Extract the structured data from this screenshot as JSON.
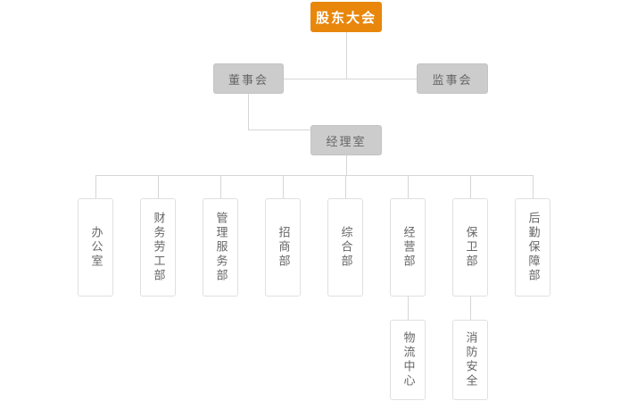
{
  "chart_data": {
    "type": "diagram",
    "title": "",
    "diagram_kind": "organization-chart",
    "orientation": "top-down",
    "colors": {
      "root_fill": "#e8870c",
      "root_text": "#ffffff",
      "gray_fill": "#cccccc",
      "gray_text": "#666666",
      "box_border": "#e0e0e0",
      "line": "#d6d6d6",
      "background": "#ffffff"
    },
    "nodes": [
      {
        "id": "shareholders",
        "label": "股东大会",
        "level": 1,
        "style": "root"
      },
      {
        "id": "board",
        "label": "董事会",
        "level": 2,
        "style": "gray"
      },
      {
        "id": "supervisors",
        "label": "监事会",
        "level": 2,
        "style": "gray"
      },
      {
        "id": "manager",
        "label": "经理室",
        "level": 3,
        "style": "gray"
      },
      {
        "id": "office",
        "label": "办公室",
        "level": 4,
        "style": "dept"
      },
      {
        "id": "finance",
        "label": "财务劳工部",
        "level": 4,
        "style": "dept"
      },
      {
        "id": "mgmtservice",
        "label": "管理服务部",
        "level": 4,
        "style": "dept"
      },
      {
        "id": "investment",
        "label": "招商部",
        "level": 4,
        "style": "dept"
      },
      {
        "id": "general",
        "label": "综合部",
        "level": 4,
        "style": "dept"
      },
      {
        "id": "operations",
        "label": "经营部",
        "level": 4,
        "style": "dept"
      },
      {
        "id": "security",
        "label": "保卫部",
        "level": 4,
        "style": "dept"
      },
      {
        "id": "logistics",
        "label": "后勤保障部",
        "level": 4,
        "style": "dept"
      },
      {
        "id": "logisticscenter",
        "label": "物流中心",
        "level": 5,
        "style": "sub"
      },
      {
        "id": "firesafety",
        "label": "消防安全",
        "level": 5,
        "style": "sub"
      }
    ],
    "edges": [
      {
        "from": "shareholders",
        "to": "board"
      },
      {
        "from": "shareholders",
        "to": "supervisors"
      },
      {
        "from": "board",
        "to": "manager"
      },
      {
        "from": "manager",
        "to": "office"
      },
      {
        "from": "manager",
        "to": "finance"
      },
      {
        "from": "manager",
        "to": "mgmtservice"
      },
      {
        "from": "manager",
        "to": "investment"
      },
      {
        "from": "manager",
        "to": "general"
      },
      {
        "from": "manager",
        "to": "operations"
      },
      {
        "from": "manager",
        "to": "security"
      },
      {
        "from": "manager",
        "to": "logistics"
      },
      {
        "from": "operations",
        "to": "logisticscenter"
      },
      {
        "from": "security",
        "to": "firesafety"
      }
    ]
  },
  "org": {
    "root": {
      "label": "股东大会"
    },
    "level2": [
      {
        "label": "董事会"
      },
      {
        "label": "监事会"
      }
    ],
    "level3": {
      "label": "经理室"
    },
    "departments": [
      {
        "label": "办公室"
      },
      {
        "label": "财务劳工部"
      },
      {
        "label": "管理服务部"
      },
      {
        "label": "招商部"
      },
      {
        "label": "综合部"
      },
      {
        "label": "经营部"
      },
      {
        "label": "保卫部"
      },
      {
        "label": "后勤保障部"
      }
    ],
    "subunits": [
      {
        "label": "物流中心"
      },
      {
        "label": "消防安全"
      }
    ]
  }
}
